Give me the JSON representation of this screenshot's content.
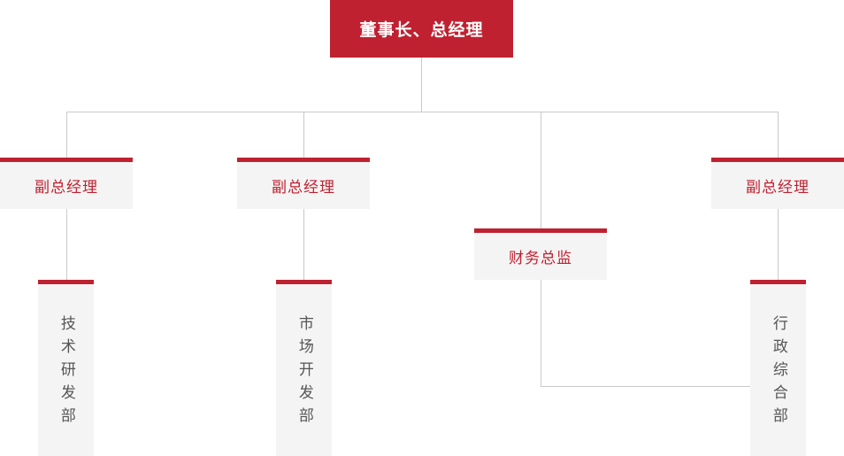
{
  "chart": {
    "type": "org-chart",
    "title": "",
    "colors": {
      "accent_red": "#BF2130",
      "node_background": "#F4F4F4",
      "connector_line": "#C9C9C9",
      "root_text": "#FFFFFF",
      "manager_text": "#BF2130",
      "department_text": "#555555",
      "page_background": "#FFFFFF"
    },
    "root": {
      "label": "董事长、总经理"
    },
    "level2": [
      {
        "label": "副总经理"
      },
      {
        "label": "副总经理"
      },
      {
        "label": "财务总监"
      },
      {
        "label": "副总经理"
      }
    ],
    "departments": [
      {
        "label": "技术研发部"
      },
      {
        "label": "市场开发部"
      },
      {
        "label": "行政综合部"
      }
    ]
  }
}
